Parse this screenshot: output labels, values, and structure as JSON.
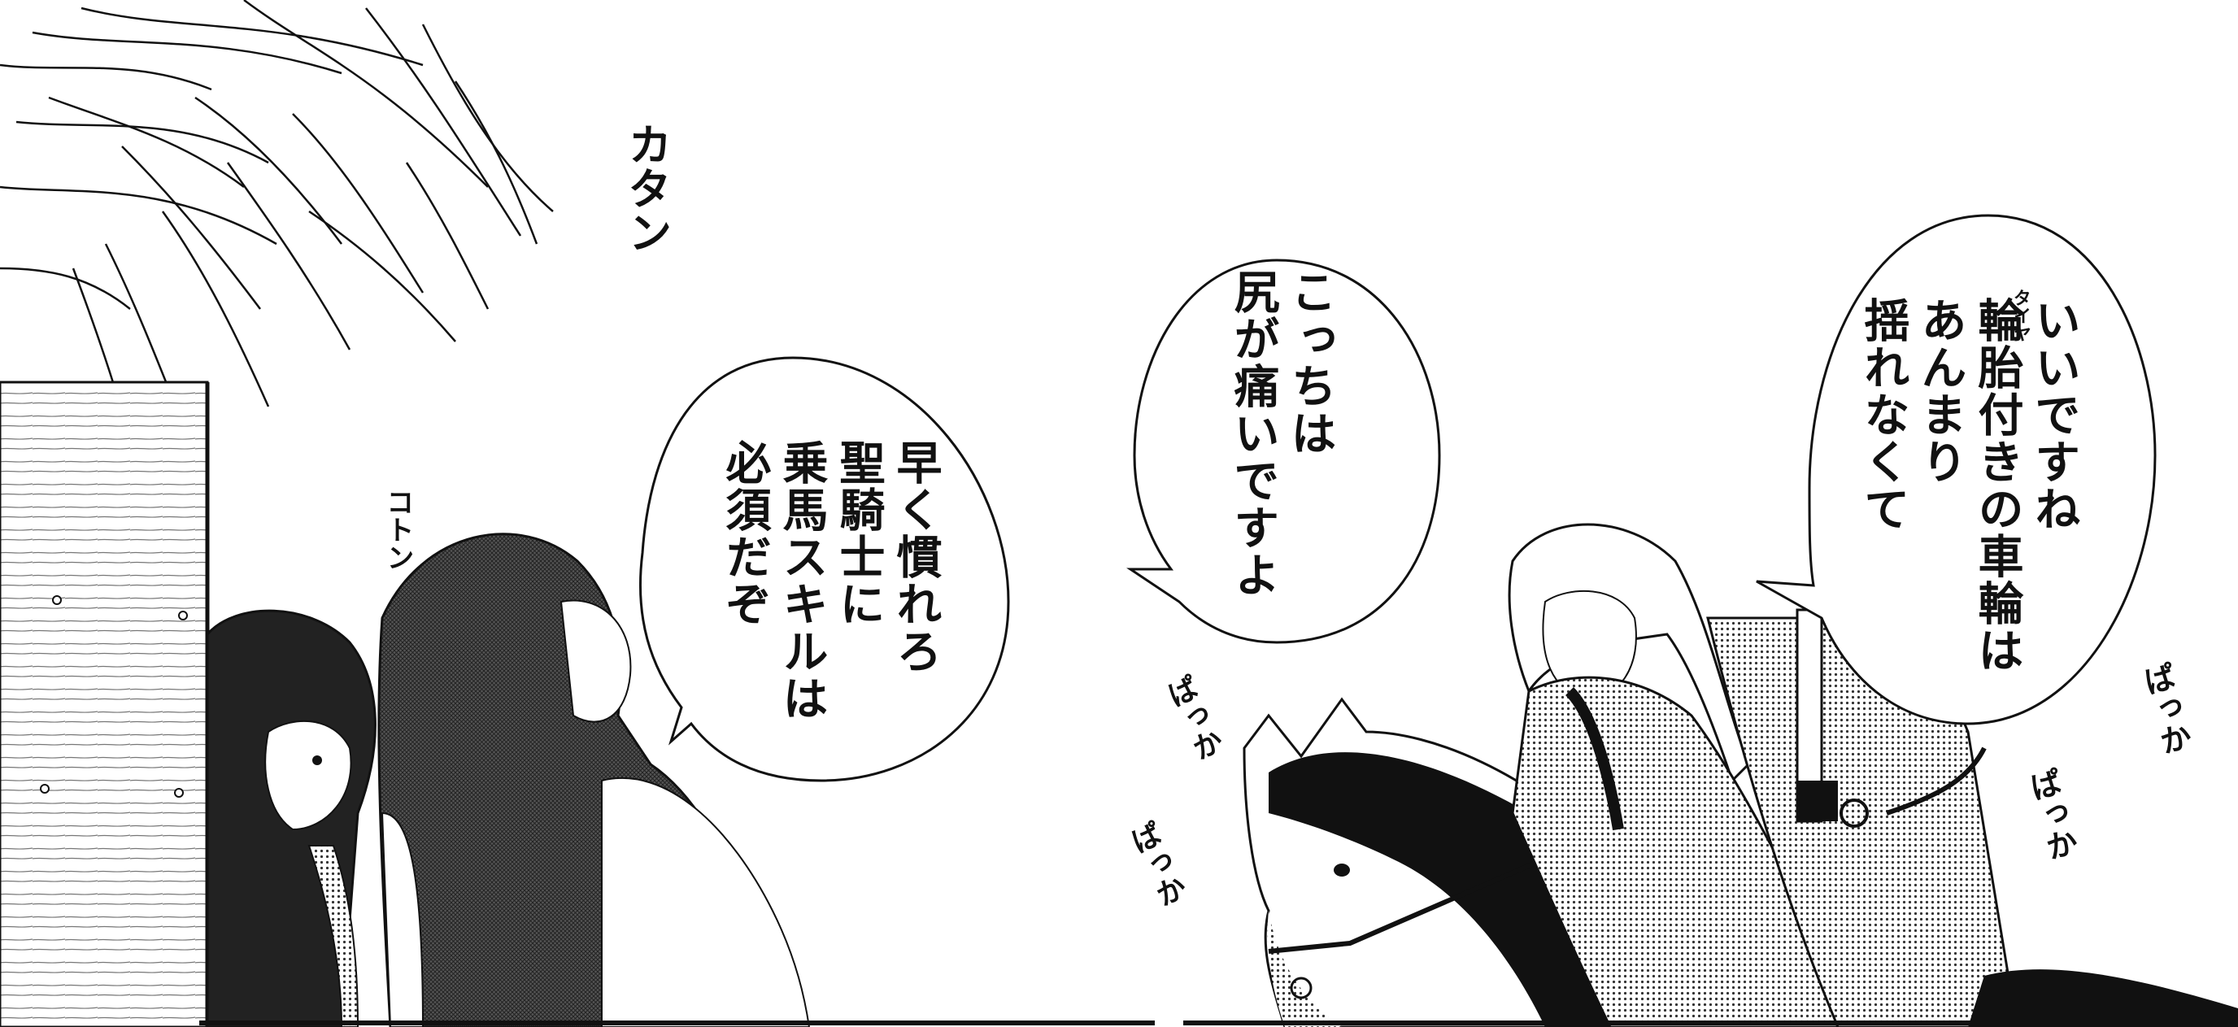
{
  "panels": [
    {
      "id": "left",
      "sfx": [
        "カタン",
        "コトン"
      ],
      "speech": "早く慣れろ\n聖騎士に\n乗馬スキルは\n必須だぞ"
    },
    {
      "id": "right",
      "sfx": [
        "ぱっか",
        "ぱっか",
        "ぱっか",
        "ぱっか"
      ],
      "speech_1": "こっちは\n尻が痛いですよ",
      "speech_2": "いいですね\n輪胎付きの車輪は\nあんまり\n揺れなくて",
      "furigana": "タイヤ"
    }
  ],
  "colors": {
    "ink": "#111111",
    "paper": "#ffffff",
    "tone": "#9a9a9a"
  }
}
